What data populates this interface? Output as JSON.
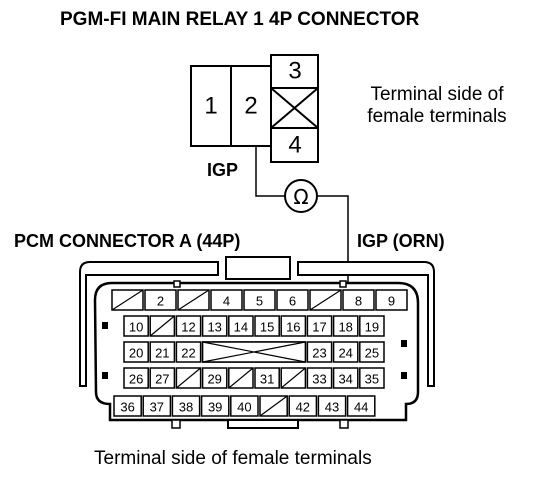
{
  "relay": {
    "title": "PGM-FI MAIN RELAY 1 4P CONNECTOR",
    "note": "Terminal side of female terminals",
    "pins": {
      "p1": "1",
      "p2": "2",
      "p3": "3",
      "p4": "4"
    }
  },
  "labels": {
    "igp": "IGP",
    "pcm_title": "PCM CONNECTOR A (44P)",
    "igp_orn": "IGP (ORN)",
    "footer": "Terminal side of female terminals"
  },
  "meter": {
    "symbol": "Ω",
    "icon": "ohmmeter-icon"
  },
  "pcm": {
    "row1": [
      "",
      "2",
      "",
      "4",
      "5",
      "6",
      "",
      "8",
      "9"
    ],
    "row2": [
      "10",
      "",
      "12",
      "13",
      "14",
      "15",
      "16",
      "17",
      "18",
      "19"
    ],
    "row3": [
      "20",
      "21",
      "22",
      "",
      "",
      "",
      "",
      "23",
      "24",
      "25"
    ],
    "row4": [
      "26",
      "27",
      "",
      "29",
      "",
      "31",
      "",
      "33",
      "34",
      "35"
    ],
    "row5": [
      "36",
      "37",
      "38",
      "39",
      "40",
      "",
      "42",
      "43",
      "44"
    ]
  }
}
